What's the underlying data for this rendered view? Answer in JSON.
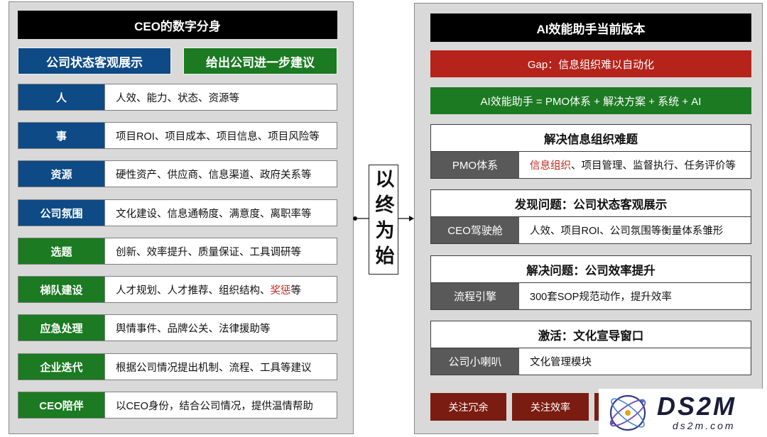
{
  "colors": {
    "panel_bg": "#d9d9d9",
    "title_bg": "#000000",
    "blue": "#0d4a86",
    "green": "#1b7a22",
    "gap_red": "#b5231b",
    "label_gray": "#595959",
    "button_dark_red": "#7b1c12",
    "highlight_red": "#c0281e"
  },
  "left_panel": {
    "title": "CEO的数字分身",
    "tab_show": "公司状态客观展示",
    "tab_advice": "给出公司进一步建议",
    "rows": [
      {
        "label": "人",
        "tone": "blue",
        "text": [
          {
            "text": "人效、能力、状态、资源等"
          }
        ]
      },
      {
        "label": "事",
        "tone": "blue",
        "text": [
          {
            "text": "项目ROI、项目成本、项目信息、项目风险等"
          }
        ]
      },
      {
        "label": "资源",
        "tone": "blue",
        "text": [
          {
            "text": "硬性资产、供应商、信息渠道、政府关系等"
          }
        ]
      },
      {
        "label": "公司氛围",
        "tone": "blue",
        "text": [
          {
            "text": "文化建设、信息通畅度、满意度、离职率等"
          }
        ]
      },
      {
        "label": "选题",
        "tone": "green",
        "text": [
          {
            "text": "创新、效率提升、质量保证、工具调研等"
          }
        ]
      },
      {
        "label": "梯队建设",
        "tone": "green",
        "text": [
          {
            "text": "人才规划、人才推荐、组织结构、"
          },
          {
            "text": "奖惩",
            "highlight": true
          },
          {
            "text": "等"
          }
        ]
      },
      {
        "label": "应急处理",
        "tone": "green",
        "text": [
          {
            "text": "舆情事件、品牌公关、法律援助等"
          }
        ]
      },
      {
        "label": "企业迭代",
        "tone": "green",
        "text": [
          {
            "text": "根据公司情况提出机制、流程、工具等建议"
          }
        ]
      },
      {
        "label": "CEO陪伴",
        "tone": "green",
        "text": [
          {
            "text": "以CEO身份，结合公司情况，提供温情帮助"
          }
        ]
      }
    ]
  },
  "middle": {
    "label": "以终为始"
  },
  "right_panel": {
    "title": "AI效能助手当前版本",
    "gap": "Gap：信息组织难以自动化",
    "formula": "AI效能助手 = PMO体系 + 解决方案 + 系统 + AI",
    "cards": [
      {
        "header": "解决信息组织难题",
        "label": "PMO体系",
        "text": [
          {
            "text": "信息组织",
            "highlight": true
          },
          {
            "text": "、项目管理、监督执行、任务评价等"
          }
        ]
      },
      {
        "header": "发现问题：公司状态客观展示",
        "label": "CEO驾驶舱",
        "text": [
          {
            "text": "人效、项目ROI、公司氛围等衡量体系雏形"
          }
        ]
      },
      {
        "header": "解决问题：公司效率提升",
        "label": "流程引擎",
        "text": [
          {
            "text": "300套SOP规范动作，提升效率"
          }
        ]
      },
      {
        "header": "激活：文化宣导窗口",
        "label": "公司小喇叭",
        "text": [
          {
            "text": "文化管理模块"
          }
        ]
      }
    ],
    "bottom_buttons": [
      {
        "label": "关注冗余"
      },
      {
        "label": "关注效率"
      },
      {
        "label": ""
      }
    ]
  },
  "watermark": {
    "icon": "atom-logo-icon",
    "name": "DS2M",
    "url": "ds2m.com"
  }
}
